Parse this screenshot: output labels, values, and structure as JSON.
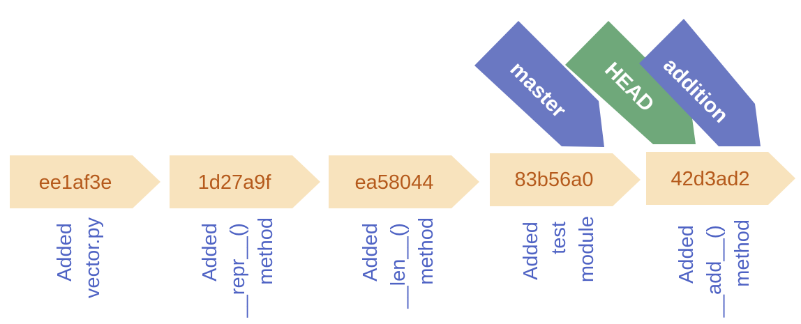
{
  "colors": {
    "commit_fill": "#F8E3BD",
    "commit_text": "#B55A1C",
    "message_text": "#4F63C4",
    "master_fill": "#6A78C2",
    "head_fill": "#6FA87A",
    "addition_fill": "#6A78C2",
    "tag_text": "#FFFFFF"
  },
  "commits": [
    {
      "id": "ee1af3e",
      "message": [
        "Added",
        "vector.py"
      ]
    },
    {
      "id": "1d27a9f",
      "message": [
        "Added",
        "__repr__()",
        "method"
      ]
    },
    {
      "id": "ea58044",
      "message": [
        "Added",
        "__len__()",
        "method"
      ]
    },
    {
      "id": "83b56a0",
      "message": [
        "Added",
        "test",
        "module"
      ]
    },
    {
      "id": "42d3ad2",
      "message": [
        "Added",
        "__add__()",
        "method"
      ]
    }
  ],
  "pointers": {
    "master": {
      "label": "master",
      "target": "83b56a0"
    },
    "head": {
      "label": "HEAD",
      "target": "42d3ad2"
    },
    "addition": {
      "label": "addition",
      "target": "42d3ad2"
    }
  }
}
